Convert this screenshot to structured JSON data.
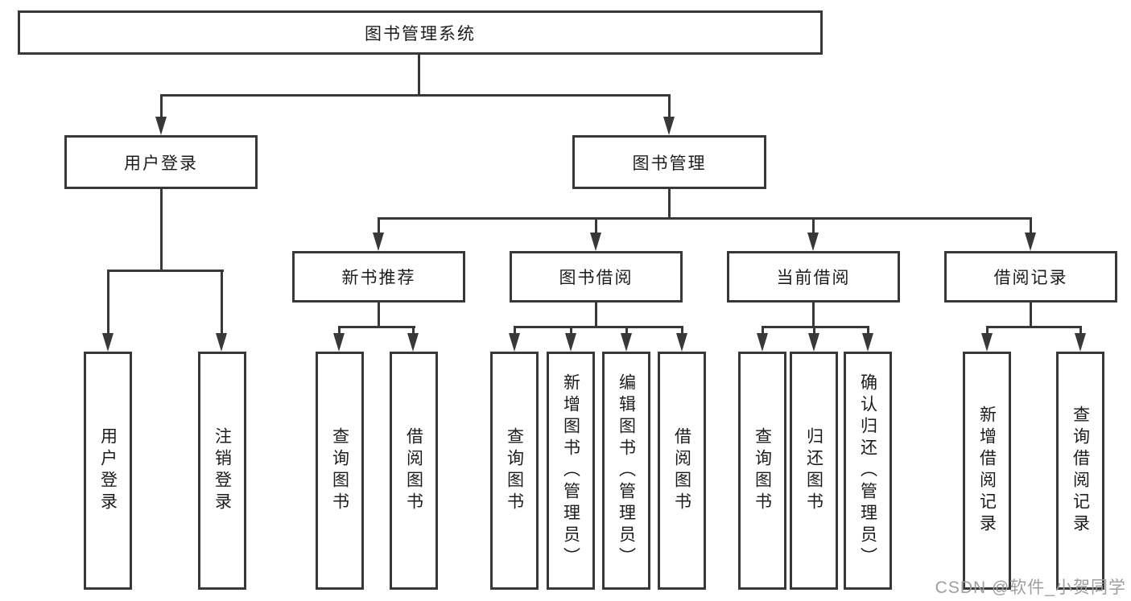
{
  "diagram": {
    "root": {
      "label": "图书管理系统"
    },
    "branches": [
      {
        "label": "用户登录",
        "children": [
          {
            "label": "用户登录"
          },
          {
            "label": "注销登录"
          }
        ]
      },
      {
        "label": "图书管理",
        "children": [
          {
            "label": "新书推荐",
            "children": [
              {
                "label": "查询图书"
              },
              {
                "label": "借阅图书"
              }
            ]
          },
          {
            "label": "图书借阅",
            "children": [
              {
                "label": "查询图书"
              },
              {
                "label": "新增图书（管理员）"
              },
              {
                "label": "编辑图书（管理员）"
              },
              {
                "label": "借阅图书"
              }
            ]
          },
          {
            "label": "当前借阅",
            "children": [
              {
                "label": "查询图书"
              },
              {
                "label": "归还图书"
              },
              {
                "label": "确认归还（管理员）"
              }
            ]
          },
          {
            "label": "借阅记录",
            "children": [
              {
                "label": "新增借阅记录"
              },
              {
                "label": "查询借阅记录"
              }
            ]
          }
        ]
      }
    ]
  },
  "watermark": {
    "text": "CSDN @软件_小贺同学"
  },
  "colors": {
    "line": "#383838",
    "text": "#1c1c1c",
    "watermark": "#9e9e9e",
    "background": "#ffffff"
  }
}
